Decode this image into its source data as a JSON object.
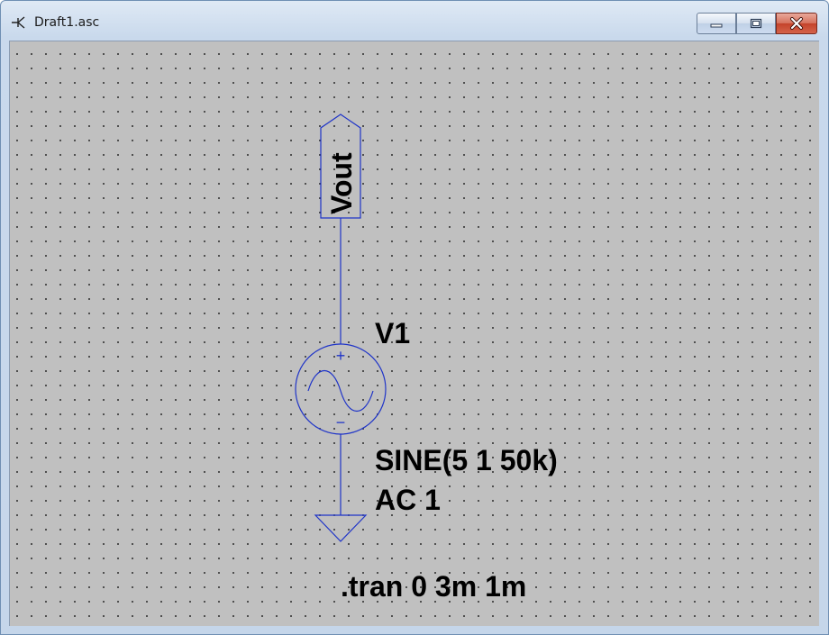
{
  "window": {
    "title": "Draft1.asc"
  },
  "schematic": {
    "net_label": "Vout",
    "component_name": "V1",
    "source_value": "SINE(5 1 50k)",
    "ac_value": "AC 1",
    "directive": ".tran 0 3m 1m",
    "plus_sign": "+",
    "minus_sign": "−"
  },
  "colors": {
    "wire": "#1f34c8",
    "canvas": "#c0c0c0",
    "text": "#000000"
  }
}
